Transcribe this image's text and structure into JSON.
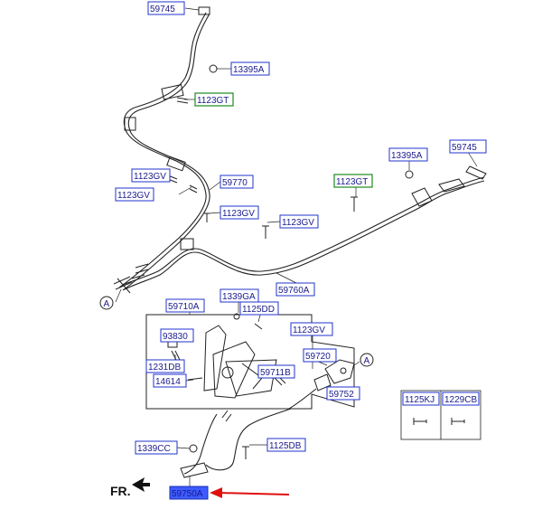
{
  "labels": {
    "l59745_top": "59745",
    "l13395A_top": "13395A",
    "l1123GT_top": "1123GT",
    "l1123GV_a": "1123GV",
    "l1123GV_b": "1123GV",
    "l59770": "59770",
    "l1123GV_c": "1123GV",
    "l1123GV_d": "1123GV",
    "l1123GT_right": "1123GT",
    "l13395A_right": "13395A",
    "l59745_right": "59745",
    "l59760A": "59760A",
    "l59710A": "59710A",
    "l1339GA": "1339GA",
    "l1125DD": "1125DD",
    "l1123GV_e": "1123GV",
    "l93830": "93830",
    "l1231DB": "1231DB",
    "l14614": "14614",
    "l59720": "59720",
    "l59711B": "59711B",
    "l59752": "59752",
    "l1125KJ": "1125KJ",
    "l1229CB": "1229CB",
    "l1339CC": "1339CC",
    "l1125DB": "1125DB",
    "l59750A": "59750A",
    "circleA_left": "A",
    "circleA_right": "A",
    "fr": "FR."
  },
  "colors": {
    "label_text": "#1a1a8c",
    "label_border": "#2233cc",
    "green_border": "#1e8a1e",
    "highlight_fill": "#3d5bff",
    "arrow": "#e01010",
    "line": "#222222"
  }
}
